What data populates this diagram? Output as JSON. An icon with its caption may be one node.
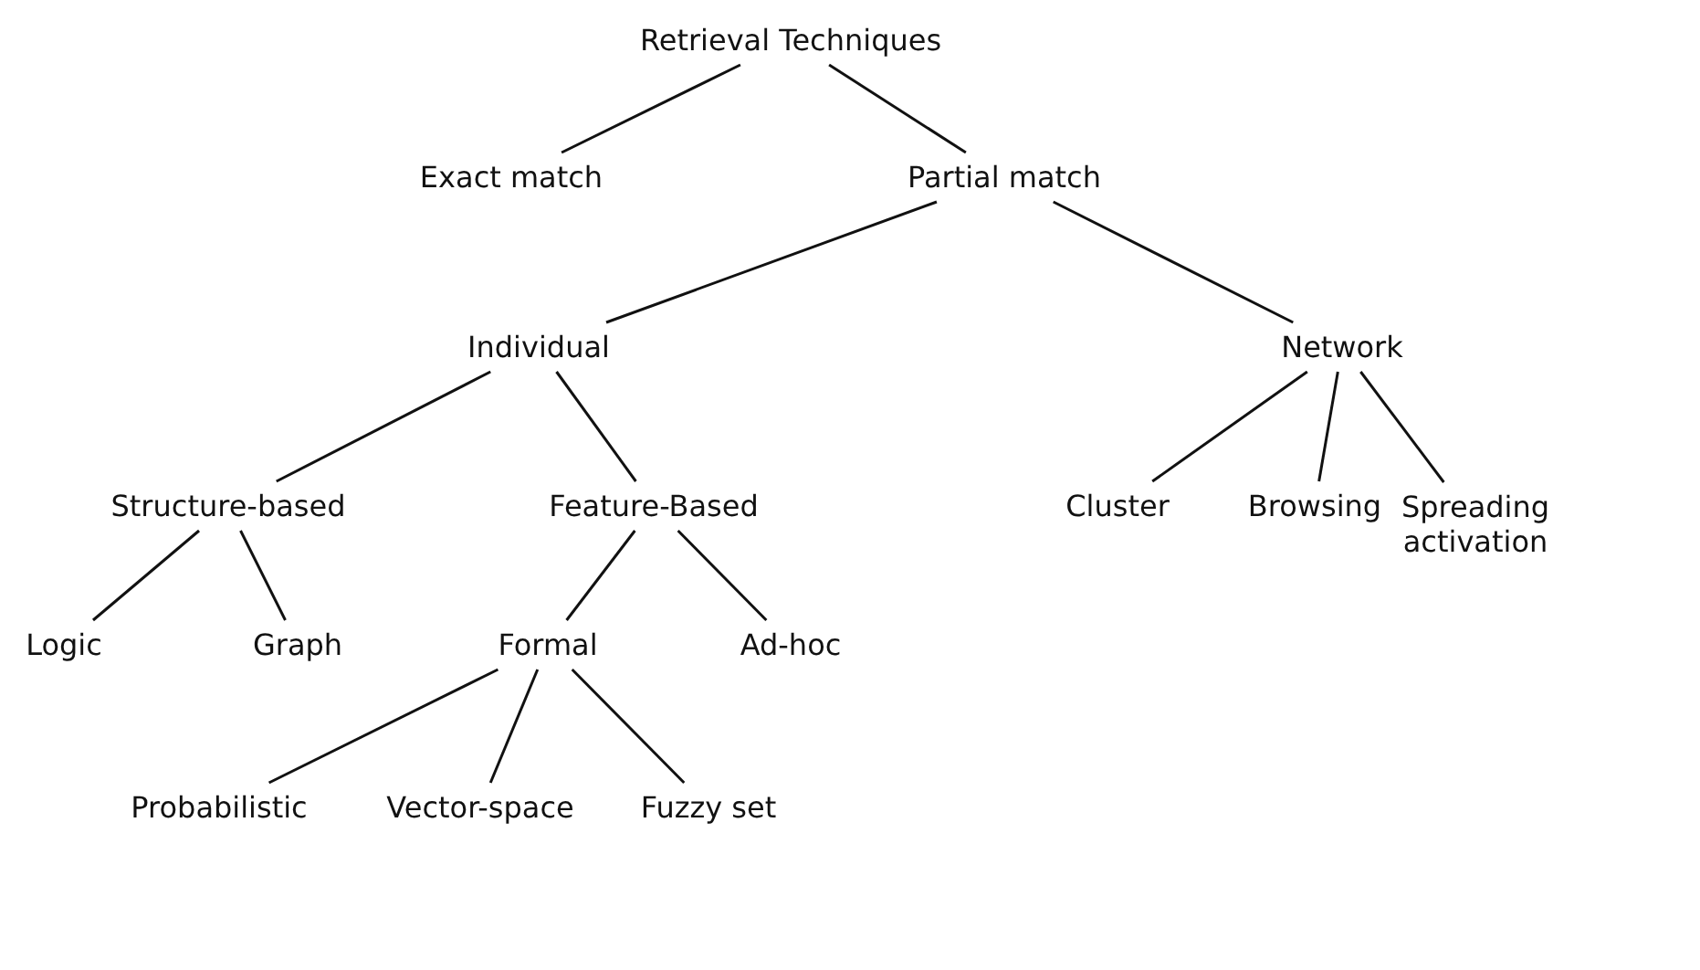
{
  "diagram": {
    "nodes": [
      {
        "text": [
          "Retrieval Techniques"
        ]
      },
      {
        "text": [
          "Exact match"
        ]
      },
      {
        "text": [
          "Partial match"
        ]
      },
      {
        "text": [
          "Individual"
        ]
      },
      {
        "text": [
          "Network"
        ]
      },
      {
        "text": [
          "Structure-based"
        ]
      },
      {
        "text": [
          "Feature-Based"
        ]
      },
      {
        "text": [
          "Cluster"
        ]
      },
      {
        "text": [
          "Browsing"
        ]
      },
      {
        "text": [
          "Spreading activation"
        ]
      },
      {
        "text": [
          "Logic"
        ]
      },
      {
        "text": [
          "Graph"
        ]
      },
      {
        "text": [
          "Formal"
        ]
      },
      {
        "text": [
          "Ad-hoc"
        ]
      },
      {
        "text": [
          "Probabilistic"
        ]
      },
      {
        "text": [
          "Vector-space"
        ]
      },
      {
        "text": [
          "Fuzzy set"
        ]
      }
    ],
    "edges": [
      {
        "from": 0,
        "to": 1,
        "arrow": "none"
      },
      {
        "from": 0,
        "to": 2,
        "arrow": "none"
      },
      {
        "from": 2,
        "to": 3,
        "arrow": "none"
      },
      {
        "from": 2,
        "to": 4,
        "arrow": "none"
      },
      {
        "from": 3,
        "to": 5,
        "arrow": "none"
      },
      {
        "from": 3,
        "to": 6,
        "arrow": "none"
      },
      {
        "from": 4,
        "to": 7,
        "arrow": "none"
      },
      {
        "from": 4,
        "to": 8,
        "arrow": "none"
      },
      {
        "from": 4,
        "to": 9,
        "arrow": "none"
      },
      {
        "from": 5,
        "to": 10,
        "arrow": "none"
      },
      {
        "from": 5,
        "to": 11,
        "arrow": "none"
      },
      {
        "from": 6,
        "to": 12,
        "arrow": "none"
      },
      {
        "from": 6,
        "to": 13,
        "arrow": "none"
      },
      {
        "from": 12,
        "to": 14,
        "arrow": "none"
      },
      {
        "from": 12,
        "to": 15,
        "arrow": "none"
      },
      {
        "from": 12,
        "to": 16,
        "arrow": "none"
      }
    ]
  }
}
